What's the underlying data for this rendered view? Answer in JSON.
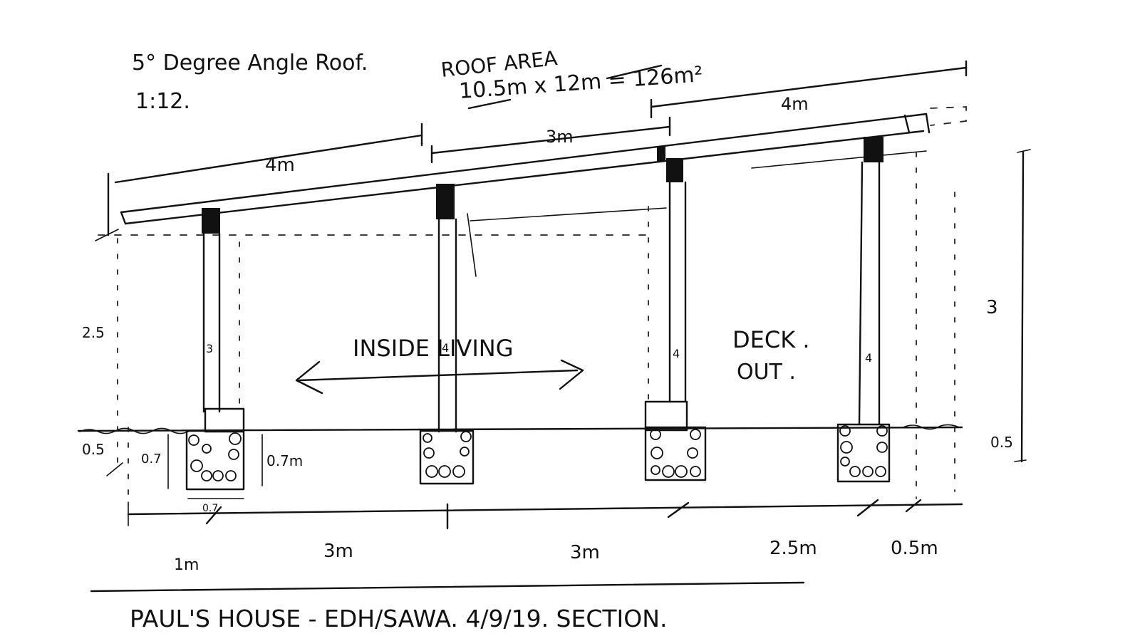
{
  "header": {
    "roof_angle": "5° Degree Angle Roof.",
    "ratio": "1:12.",
    "roof_area_title": "ROOF AREA",
    "roof_area_calc": "10.5m x 12m = 126m²"
  },
  "spans_top": [
    "4m",
    "3m",
    "4m"
  ],
  "posts": [
    "3",
    "4",
    "4",
    "4"
  ],
  "labels": {
    "inside": "INSIDE LIVING",
    "deck_1": "DECK .",
    "deck_2": "OUT ."
  },
  "heights": {
    "left_height": "2.5",
    "left_depth": "0.5",
    "right_height": "3",
    "right_depth": "0.5"
  },
  "footing": {
    "depth_left": "0.7",
    "depth_right": "0.7m",
    "width": "0.7"
  },
  "spans_bottom": [
    "1m",
    "3m",
    "3m",
    "2.5m",
    "0.5m"
  ],
  "footer": "PAUL'S HOUSE - EDH/SAWA. 4/9/19. SECTION."
}
